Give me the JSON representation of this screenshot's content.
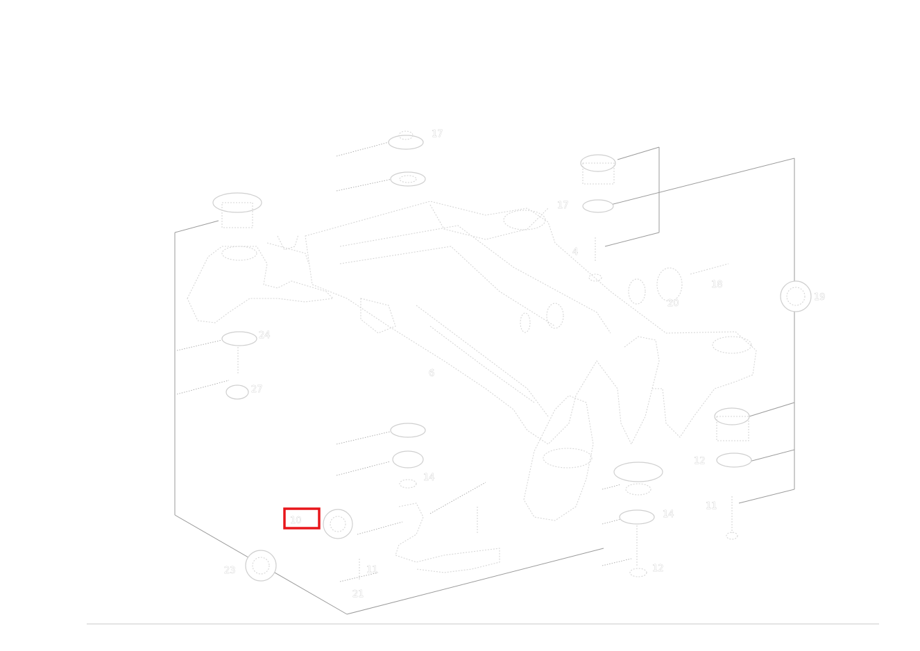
{
  "diagram": {
    "callouts": [
      "17",
      "4",
      "24",
      "14",
      "27",
      "10",
      "11",
      "12",
      "23",
      "19",
      "14",
      "18",
      "20",
      "21",
      "6",
      "17",
      "12",
      "11"
    ],
    "highlighted_callout": "10",
    "highlight_color": "#e8161b",
    "line_color": "#9a9a9a"
  }
}
